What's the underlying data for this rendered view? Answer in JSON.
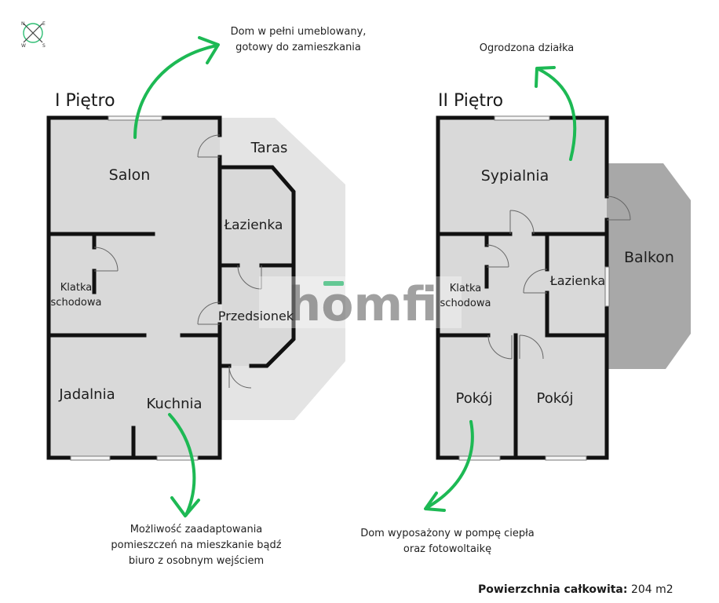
{
  "compass": {
    "n": "N",
    "e": "E",
    "w": "W",
    "s": "S"
  },
  "floors": [
    {
      "title": "I Piętro",
      "rooms": {
        "salon": "Salon",
        "taras": "Taras",
        "lazienka": "Łazienka",
        "klatka_1": "Klatka",
        "klatka_2": "schodowa",
        "przedsionek": "Przedsionek",
        "jadalnia": "Jadalnia",
        "kuchnia": "Kuchnia"
      }
    },
    {
      "title": "II Piętro",
      "rooms": {
        "sypialnia": "Sypialnia",
        "balkon": "Balkon",
        "klatka_1": "Klatka",
        "klatka_2": "schodowa",
        "lazienka": "Łazienka",
        "pokoj_1": "Pokój",
        "pokoj_2": "Pokój"
      }
    }
  ],
  "callouts": [
    {
      "lines": [
        "Dom w pełni umeblowany,",
        "gotowy do zamieszkania"
      ]
    },
    {
      "lines": [
        "Ogrodzona działka"
      ]
    },
    {
      "lines": [
        "Możliwość zaadaptowania",
        "pomieszczeń na mieszkanie bądź",
        "biuro z osobnym wejściem"
      ]
    },
    {
      "lines": [
        "Dom wyposażony w pompę ciepła",
        "oraz fotowoltaikę"
      ]
    }
  ],
  "watermark": "homfi",
  "total": {
    "label": "Powierzchnia całkowita:",
    "value": "204 m2"
  },
  "colors": {
    "room_fill": "#d9d9d9",
    "terrace_fill": "#e3e3e3",
    "balcony_fill": "#a8a8a8",
    "wall": "#111111",
    "arrow": "#1db954",
    "watermark_accent": "#2ebd73"
  }
}
